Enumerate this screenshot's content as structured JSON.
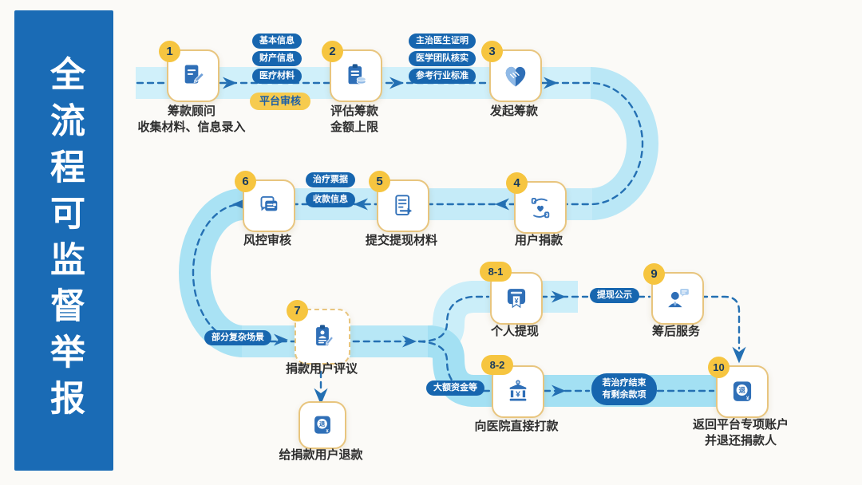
{
  "sidebar": {
    "label": "全流程可监督举报"
  },
  "steps": [
    {
      "num": "1",
      "lines": [
        "筹款顾问",
        "收集材料、信息录入"
      ]
    },
    {
      "num": "2",
      "lines": [
        "评估筹款",
        "金额上限"
      ]
    },
    {
      "num": "3",
      "lines": [
        "发起筹款"
      ]
    },
    {
      "num": "4",
      "lines": [
        "用户捐款"
      ]
    },
    {
      "num": "5",
      "lines": [
        "提交提现材料"
      ]
    },
    {
      "num": "6",
      "lines": [
        "风控审核"
      ]
    },
    {
      "num": "7",
      "lines": [
        "捐款用户评议"
      ]
    },
    {
      "num": "8-1",
      "lines": [
        "个人提现"
      ]
    },
    {
      "num": "9",
      "lines": [
        "筹后服务"
      ]
    },
    {
      "num": "8-2",
      "lines": [
        "向医院直接打款"
      ]
    },
    {
      "num": "10",
      "lines": [
        "返回平台专项账户",
        "并退还捐款人"
      ]
    },
    {
      "num": "",
      "lines": [
        "给捐款用户退款"
      ]
    }
  ],
  "tags": {
    "basic_info": "基本信息",
    "property_info": "财产信息",
    "medical_materials": "医疗材料",
    "platform_review": "平台审核",
    "doctor_proof": "主治医生证明",
    "medical_team": "医学团队核实",
    "industry_standard": "参考行业标准",
    "treatment_receipts": "治疗票据",
    "payee_info": "收款信息",
    "complex_cases": "部分复杂场景",
    "withdraw_publicity": "提现公示",
    "large_funds": "大额资金等",
    "treatment_end": [
      "若治疗结束",
      "有剩余款项"
    ]
  },
  "icons": {
    "yen": "¥",
    "refund": "退"
  },
  "colors": {
    "sidebar": "#1A6BB5",
    "track": "#C4EBF7",
    "accent": "#2F6FB7",
    "badge": "#F6C540",
    "pill": "#1766AF",
    "pill_yellow": "#F6CB4F",
    "connector": "#2470B3"
  }
}
